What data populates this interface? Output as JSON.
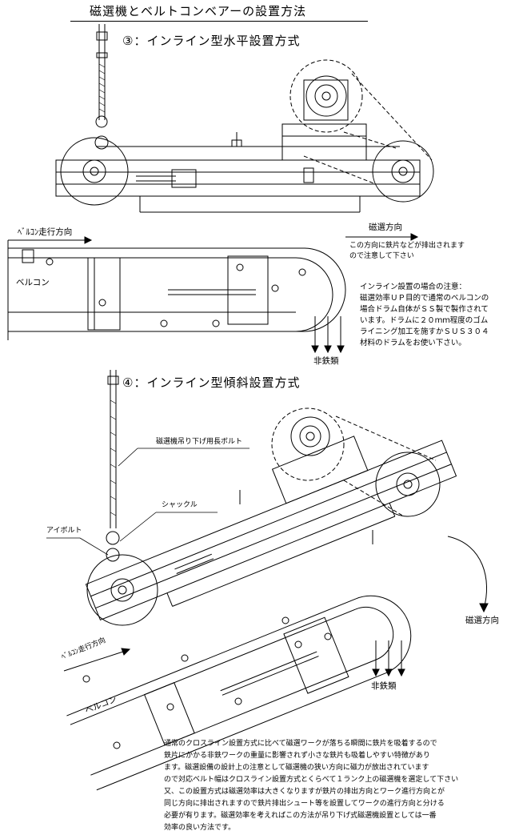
{
  "title": "磁選機とベルトコンベアーの設置方法",
  "section3": {
    "heading": "③：インライン型水平設置方式",
    "belt_dir_label": "ﾍﾞﾙｺﾝ走行方向",
    "belt_label": "ベルコン",
    "sep_dir_label": "磁選方向",
    "discharge_note": [
      "この方向に鉄片などが排出されます",
      "ので注意して下さい"
    ],
    "nonferrous_label": "非鉄類",
    "inline_note": [
      "インライン設置の場合の注意：",
      "磁選効率ＵＰ目的で通常のベルコンの",
      "場合ドラム自体がＳＳ製で製作されて",
      "います。ドラムに２０ｍｍ程度のゴム",
      "ライニング加工を施すかＳＵＳ３０４",
      "材料のドラムをお使い下さい。"
    ]
  },
  "section4": {
    "heading": "④：インライン型傾斜設置方式",
    "bolt_label": "磁選機吊り下げ用長ボルト",
    "shackle_label": "シャックル",
    "eyebolt_label": "アイボルト",
    "sep_dir_label": "磁選方向",
    "belt_dir_label": "ﾍﾞﾙｺﾝ走行方向",
    "belt_label": "ベルコン",
    "nonferrous_label": "非鉄類"
  },
  "description": [
    "通常のクロスライン設置方式に比べて磁選ワークが落ちる瞬間に鉄片を吸着するので",
    "鉄片にかかる非鉄ワークの重量に影響されず小さな鉄片も吸着しやすい特徴があり",
    "ます。磁選設備の設計上の注意として磁選機の狭い方向に磁力が放出されています",
    "ので対応ベルト幅はクロスライン設置方式とくらべて１ランク上の磁選機を選定して下さい",
    "又、この設置方式は磁選効率は大きくなりますが鉄片の排出方向とワーク進行方向とが",
    "同じ方向に排出されますので鉄片排出シュート等を設置してワークの進行方向と分ける",
    "必要が有ります。磁選効率を考えればこの方法が吊り下げ式磁選機設置としては一番",
    "効率の良い方法です。"
  ]
}
